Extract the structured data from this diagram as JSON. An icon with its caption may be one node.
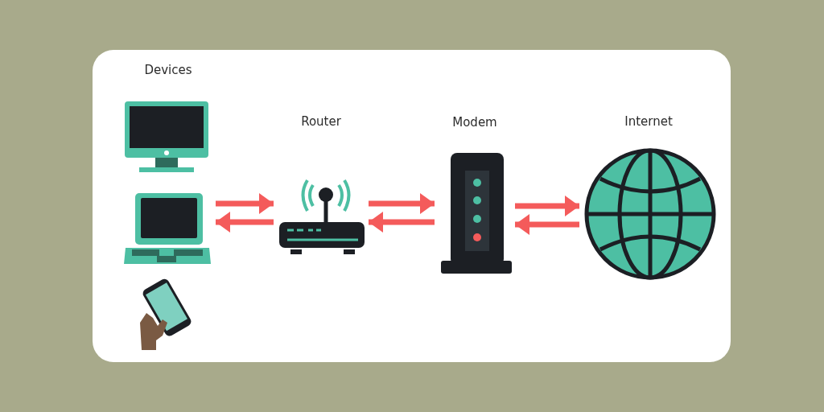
{
  "diagram": {
    "nodes": [
      {
        "text": [
          "Devices"
        ]
      },
      {
        "text": [],
        "shape": "picture",
        "in": 0
      },
      {
        "text": [],
        "shape": "picture",
        "in": 0
      },
      {
        "text": [],
        "shape": "picture",
        "in": 0
      },
      {
        "text": [
          "Router"
        ]
      },
      {
        "text": [
          "Modem"
        ]
      },
      {
        "text": [
          "Internet"
        ]
      }
    ],
    "edges": [
      {
        "from": 0,
        "to": 4,
        "arrow": "to"
      },
      {
        "from": 4,
        "to": 0,
        "arrow": "to"
      },
      {
        "from": 4,
        "to": 5,
        "arrow": "to"
      },
      {
        "from": 5,
        "to": 4,
        "arrow": "to"
      },
      {
        "from": 5,
        "to": 6,
        "arrow": "to"
      },
      {
        "from": 6,
        "to": 5,
        "arrow": "to"
      }
    ]
  }
}
